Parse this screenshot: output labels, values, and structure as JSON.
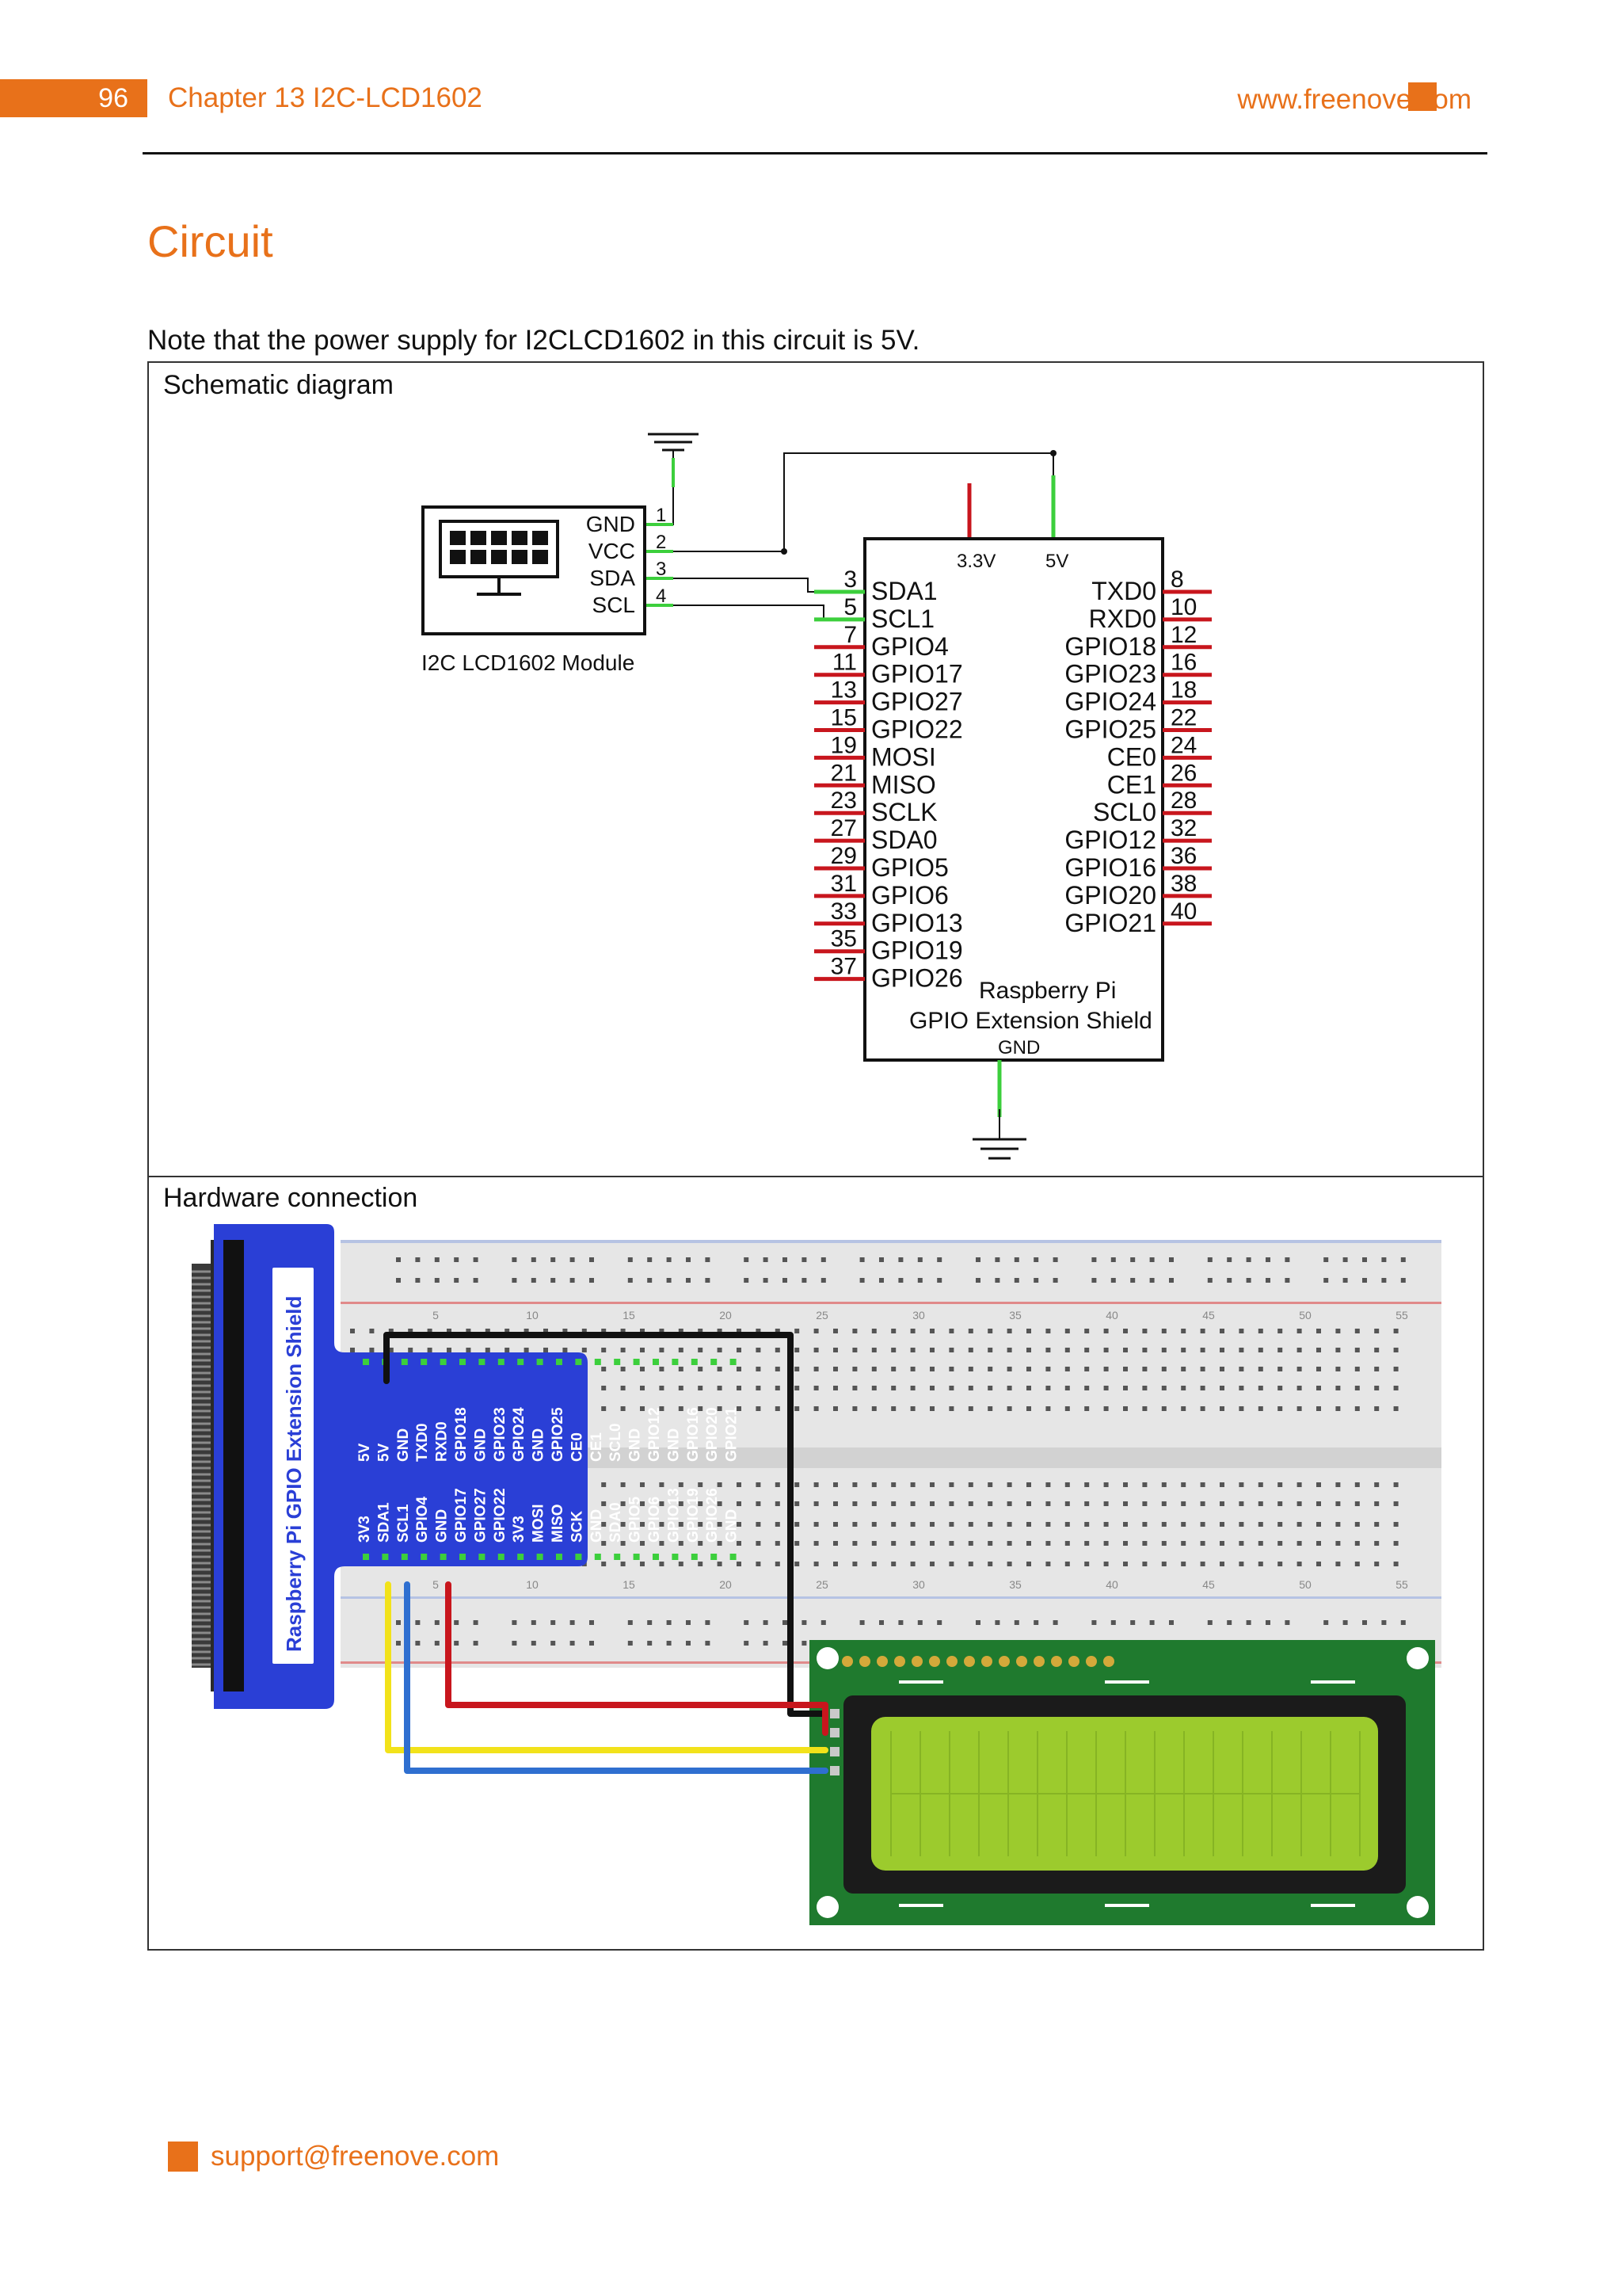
{
  "header": {
    "page_number": "96",
    "chapter": "Chapter 13 I2C-LCD1602",
    "website": "www.freenove.com"
  },
  "section_title": "Circuit",
  "note": "Note that the power supply for I2CLCD1602 in this circuit is 5V.",
  "schematic": {
    "label": "Schematic diagram",
    "module_name": "I2C LCD1602 Module",
    "module_pins": [
      {
        "name": "GND",
        "num": "1"
      },
      {
        "name": "VCC",
        "num": "2"
      },
      {
        "name": "SDA",
        "num": "3"
      },
      {
        "name": "SCL",
        "num": "4"
      }
    ],
    "power_33": "3.3V",
    "power_5": "5V",
    "shield_line1": "Raspberry Pi",
    "shield_line2": "GPIO Extension Shield",
    "shield_gnd": "GND",
    "left_pins": [
      {
        "num": "3",
        "name": "SDA1"
      },
      {
        "num": "5",
        "name": "SCL1"
      },
      {
        "num": "7",
        "name": "GPIO4"
      },
      {
        "num": "11",
        "name": "GPIO17"
      },
      {
        "num": "13",
        "name": "GPIO27"
      },
      {
        "num": "15",
        "name": "GPIO22"
      },
      {
        "num": "19",
        "name": "MOSI"
      },
      {
        "num": "21",
        "name": "MISO"
      },
      {
        "num": "23",
        "name": "SCLK"
      },
      {
        "num": "27",
        "name": "SDA0"
      },
      {
        "num": "29",
        "name": "GPIO5"
      },
      {
        "num": "31",
        "name": "GPIO6"
      },
      {
        "num": "33",
        "name": "GPIO13"
      },
      {
        "num": "35",
        "name": "GPIO19"
      },
      {
        "num": "37",
        "name": "GPIO26"
      }
    ],
    "right_pins": [
      {
        "num": "8",
        "name": "TXD0"
      },
      {
        "num": "10",
        "name": "RXD0"
      },
      {
        "num": "12",
        "name": "GPIO18"
      },
      {
        "num": "16",
        "name": "GPIO23"
      },
      {
        "num": "18",
        "name": "GPIO24"
      },
      {
        "num": "22",
        "name": "GPIO25"
      },
      {
        "num": "24",
        "name": "CE0"
      },
      {
        "num": "26",
        "name": "CE1"
      },
      {
        "num": "28",
        "name": "SCL0"
      },
      {
        "num": "32",
        "name": "GPIO12"
      },
      {
        "num": "36",
        "name": "GPIO16"
      },
      {
        "num": "38",
        "name": "GPIO20"
      },
      {
        "num": "40",
        "name": "GPIO21"
      }
    ]
  },
  "hardware": {
    "label": "Hardware connection",
    "board_title": "Raspberry Pi GPIO Extension Shield",
    "top_row_pins": [
      "5V",
      "5V",
      "GND",
      "TXD0",
      "RXD0",
      "GPIO18",
      "GND",
      "GPIO23",
      "GPIO24",
      "GND",
      "GPIO25",
      "CE0",
      "CE1",
      "SCL0",
      "GND",
      "GPIO12",
      "GND",
      "GPIO16",
      "GPIO20",
      "GPIO21"
    ],
    "bottom_row_pins": [
      "3V3",
      "SDA1",
      "SCL1",
      "GPIO4",
      "GND",
      "GPIO17",
      "GPIO27",
      "GPIO22",
      "3V3",
      "MOSI",
      "MISO",
      "SCK",
      "GND",
      "SDA0",
      "GPIO5",
      "GPIO6",
      "GPIO13",
      "GPIO19",
      "GPIO26",
      "GND"
    ],
    "column_numbers": [
      "5",
      "10",
      "15",
      "20",
      "25",
      "30",
      "35",
      "40",
      "45",
      "50",
      "55"
    ],
    "colors": {
      "board": "#2a3fd6",
      "lcd_pcb": "#1f7a2e",
      "lcd_screen": "#9ccb2d",
      "wire_black": "#111111",
      "wire_red": "#c8161d",
      "wire_yellow": "#f2e21a",
      "wire_blue": "#2f6fd0"
    }
  },
  "footer": {
    "email": "support@freenove.com"
  },
  "colors": {
    "accent": "#e8711a",
    "wire_green": "#3ccf3c",
    "wire_red": "#c8161d"
  }
}
